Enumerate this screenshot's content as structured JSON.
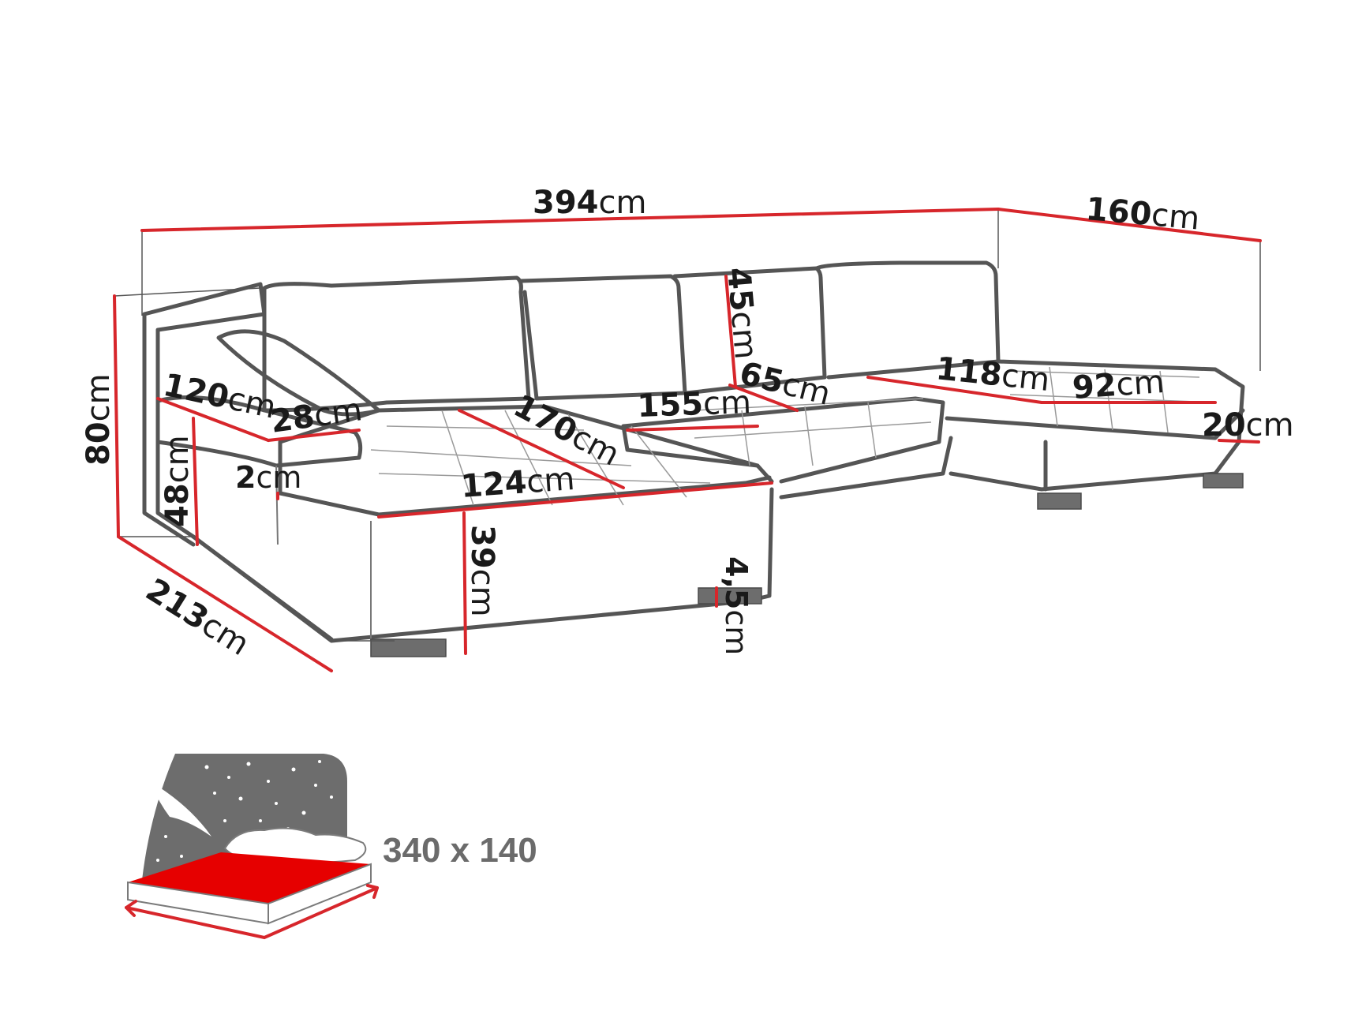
{
  "colors": {
    "dimension_line": "#d7262b",
    "outline": "#555555",
    "bed_mattress": "#e60000",
    "night_sky": "#6d6d6d",
    "text": "#1a1a1a"
  },
  "dimensions": {
    "overall_width": {
      "value": "394",
      "unit": "cm"
    },
    "chaise_depth": {
      "value": "160",
      "unit": "cm"
    },
    "total_height": {
      "value": "80",
      "unit": "cm"
    },
    "left_depth": {
      "value": "213",
      "unit": "cm"
    },
    "armrest_length": {
      "value": "120",
      "unit": "cm"
    },
    "armrest_width": {
      "value": "28",
      "unit": "cm"
    },
    "armrest_height": {
      "value": "48",
      "unit": "cm"
    },
    "armrest_step": {
      "value": "2",
      "unit": "cm"
    },
    "left_seat_depth": {
      "value": "170",
      "unit": "cm"
    },
    "left_seat_width": {
      "value": "124",
      "unit": "cm"
    },
    "seat_height": {
      "value": "39",
      "unit": "cm"
    },
    "leg_height": {
      "value": "4,5",
      "unit": "cm"
    },
    "backrest_height": {
      "value": "45",
      "unit": "cm"
    },
    "middle_width": {
      "value": "155",
      "unit": "cm"
    },
    "middle_depth": {
      "value": "65",
      "unit": "cm"
    },
    "right_seat_width": {
      "value": "118",
      "unit": "cm"
    },
    "right_chaise_width": {
      "value": "92",
      "unit": "cm"
    },
    "right_arm_height": {
      "value": "20",
      "unit": "cm"
    }
  },
  "bed": {
    "size_label": "340 x 140",
    "icons": [
      "stars-icon",
      "moon-icon",
      "pillow-icon"
    ]
  }
}
